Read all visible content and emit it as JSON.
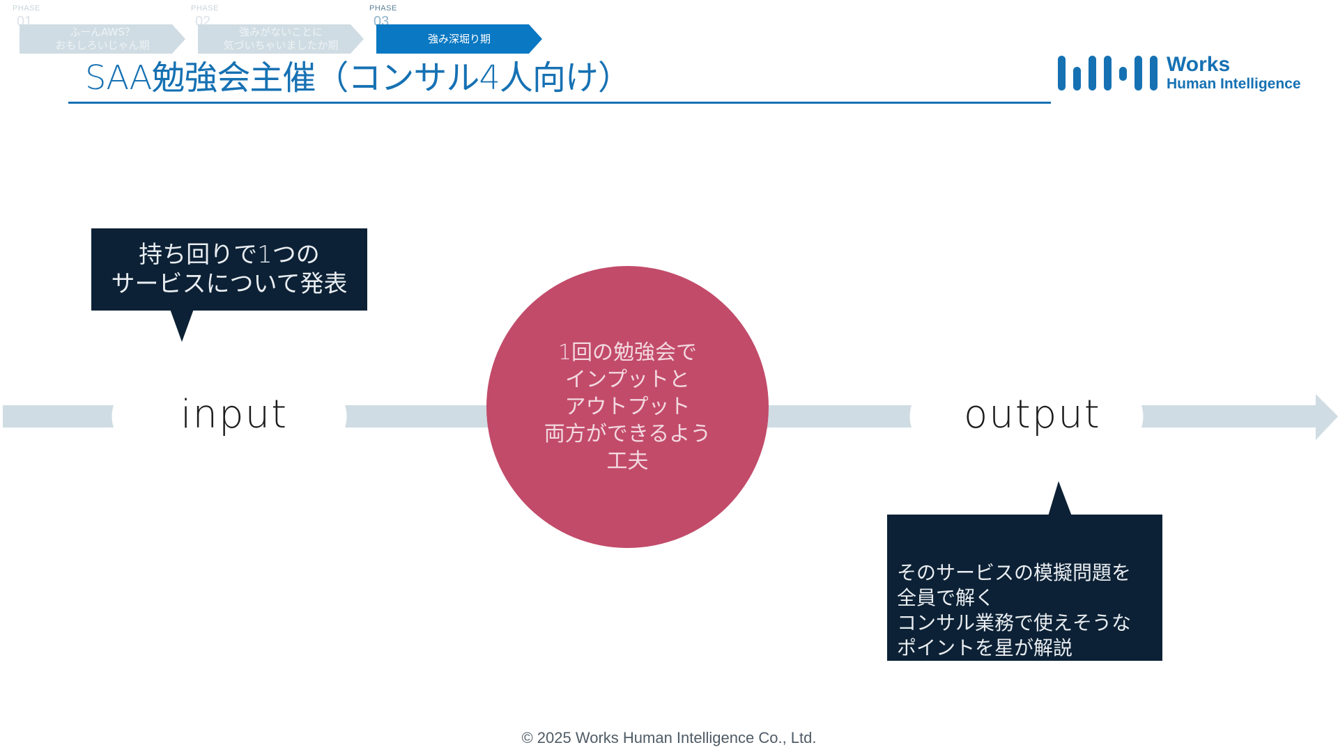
{
  "phases": [
    {
      "label": "PHASE",
      "number": "01",
      "text": "ふーんAWS？\nおもしろいじゃん期",
      "active": false
    },
    {
      "label": "PHASE",
      "number": "02",
      "text": "強みがないことに\n気づいちゃいましたか期",
      "active": false
    },
    {
      "label": "PHASE",
      "number": "03",
      "text": "強み深堀り期",
      "active": true
    }
  ],
  "title": "SAA勉強会主催（コンサル4人向け）",
  "logo": {
    "line1": "Works",
    "line2": "Human Intelligence"
  },
  "flow": {
    "input_label": "input",
    "output_label": "output",
    "input_callout": "持ち回りで1つの\nサービスについて発表",
    "center": "1回の勉強会で\nインプットと\nアウトプット\n両方ができるよう\n工夫",
    "output_callout": "そのサービスの模擬問題を\n全員で解く\nコンサル業務で使えそうな\nポイントを星が解説"
  },
  "footer": "© 2025 Works Human Intelligence Co., Ltd.",
  "colors": {
    "accent": "#1671b3",
    "circle": "#c24b6a",
    "callout": "#0c2135",
    "arrow": "#cfdce3"
  }
}
